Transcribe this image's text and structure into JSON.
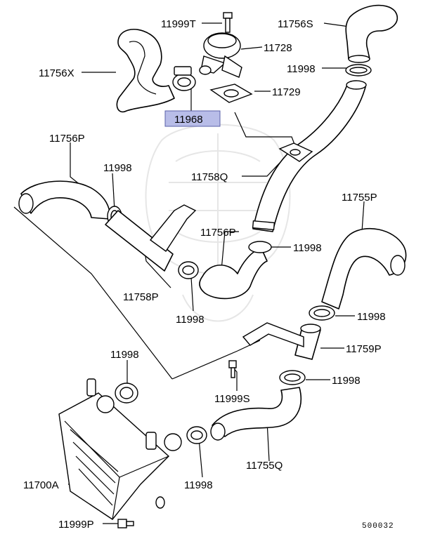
{
  "labels": {
    "p11999T": "11999T",
    "p11756S": "11756S",
    "p11728": "11728",
    "p11756X": "11756X",
    "p11998_a": "11998",
    "p11729": "11729",
    "p11968": "11968",
    "p11756P_a": "11756P",
    "p11998_b": "11998",
    "p11758Q": "11758Q",
    "p11755P": "11755P",
    "p11756P_b": "11756P",
    "p11998_c": "11998",
    "p11758P": "11758P",
    "p11998_d": "11998",
    "p11998_e": "11998",
    "p11759P": "11759P",
    "p11998_f": "11998",
    "p11998_g": "11998",
    "p11999S": "11999S",
    "p11755Q": "11755Q",
    "p11700A": "11700A",
    "p11998_h": "11998",
    "p11999P": "11999P",
    "diagram_code": "500032"
  },
  "highlight_color": "#b8bde8"
}
